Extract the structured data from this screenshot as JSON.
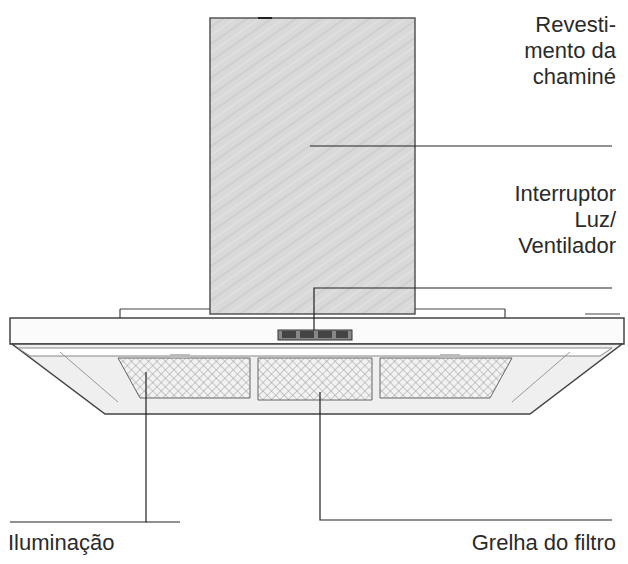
{
  "diagram": {
    "labels": [
      "Revesti- mento da chaminé",
      "Interruptor Luz/ Ventilador",
      "Iluminação",
      "Grelha do filtro"
    ]
  }
}
